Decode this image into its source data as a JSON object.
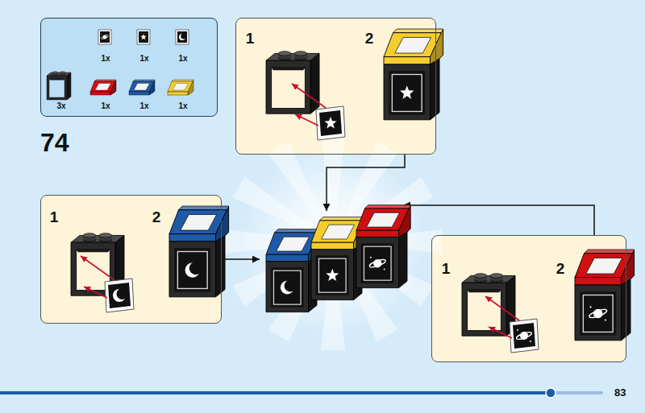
{
  "diagram": {
    "nodes": [
      {
        "text": [
          "1x",
          "1x",
          "1x",
          "3x",
          "1x",
          "1x",
          "1x"
        ]
      },
      {
        "text": [
          "1",
          "2"
        ]
      },
      {
        "text": [
          "1",
          "2"
        ]
      },
      {
        "text": [
          "1",
          "2"
        ]
      }
    ],
    "labels": [
      "74",
      "83"
    ]
  }
}
